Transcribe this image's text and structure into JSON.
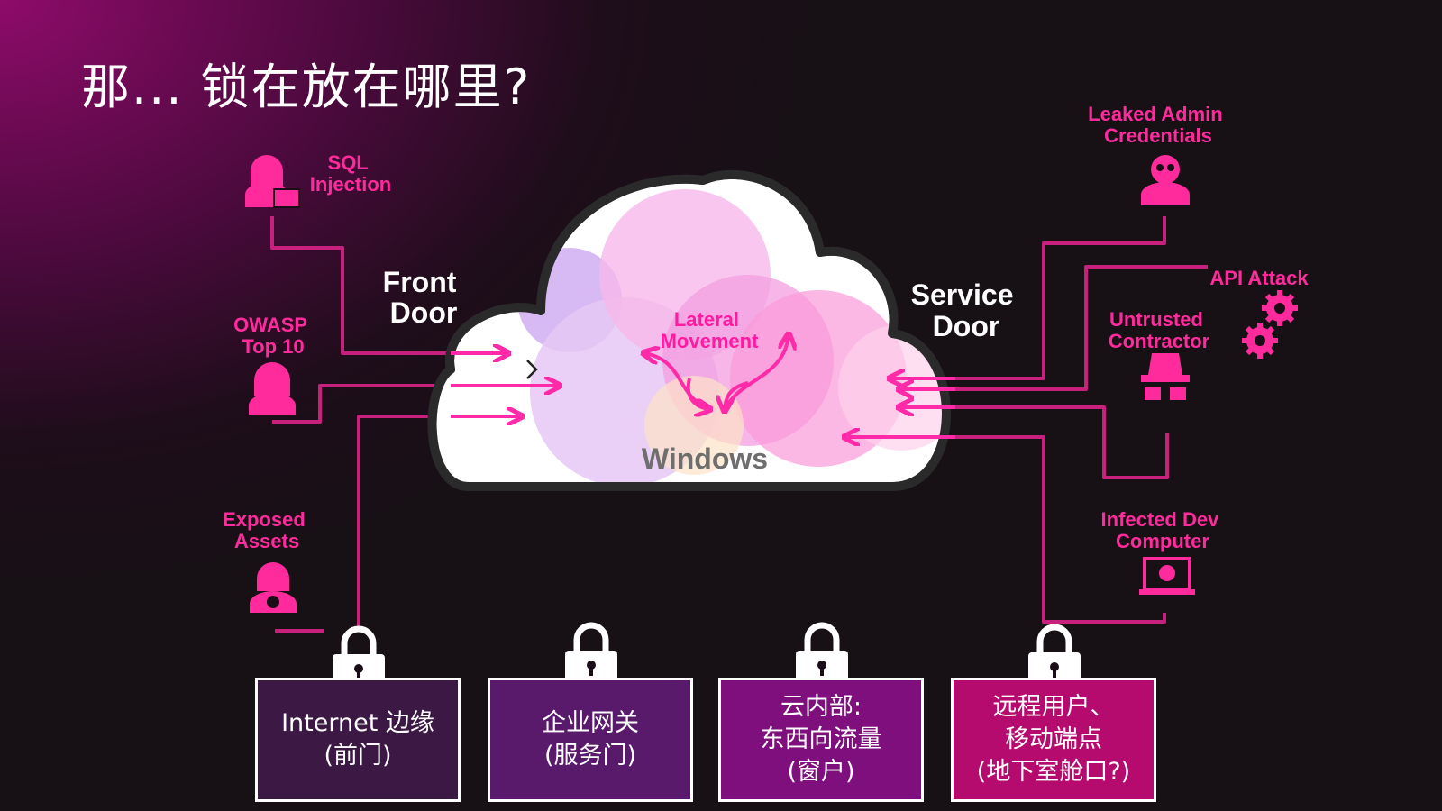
{
  "title": "那... 锁在放在哪里?",
  "cloud": {
    "front_door": [
      "Front",
      "Door"
    ],
    "service_door": [
      "Service",
      "Door"
    ],
    "lateral_movement": [
      "Lateral",
      "Movement"
    ],
    "windows_label": "Windows"
  },
  "threats": {
    "sql_injection": [
      "SQL",
      "Injection"
    ],
    "owasp": [
      "OWASP",
      "Top 10"
    ],
    "exposed_assets": [
      "Exposed",
      "Assets"
    ],
    "leaked_admin": [
      "Leaked Admin",
      "Credentials"
    ],
    "api_attack": "API Attack",
    "untrusted_contractor": [
      "Untrusted",
      "Contractor"
    ],
    "infected_dev": [
      "Infected Dev",
      "Computer"
    ]
  },
  "boxes": [
    {
      "lines": [
        "Internet 边缘",
        "(前门)"
      ],
      "color": "#3c1845"
    },
    {
      "lines": [
        "企业网关",
        "(服务门)"
      ],
      "color": "#5a1a6b"
    },
    {
      "lines": [
        "云内部:",
        "东西向流量",
        "(窗户)"
      ],
      "color": "#7f0f7c"
    },
    {
      "lines": [
        "远程用户、",
        "移动端点",
        "(地下室舱口?)"
      ],
      "color": "#b50b6f"
    }
  ],
  "colors": {
    "accent": "#ff2a9c",
    "line": "#d0217f"
  }
}
